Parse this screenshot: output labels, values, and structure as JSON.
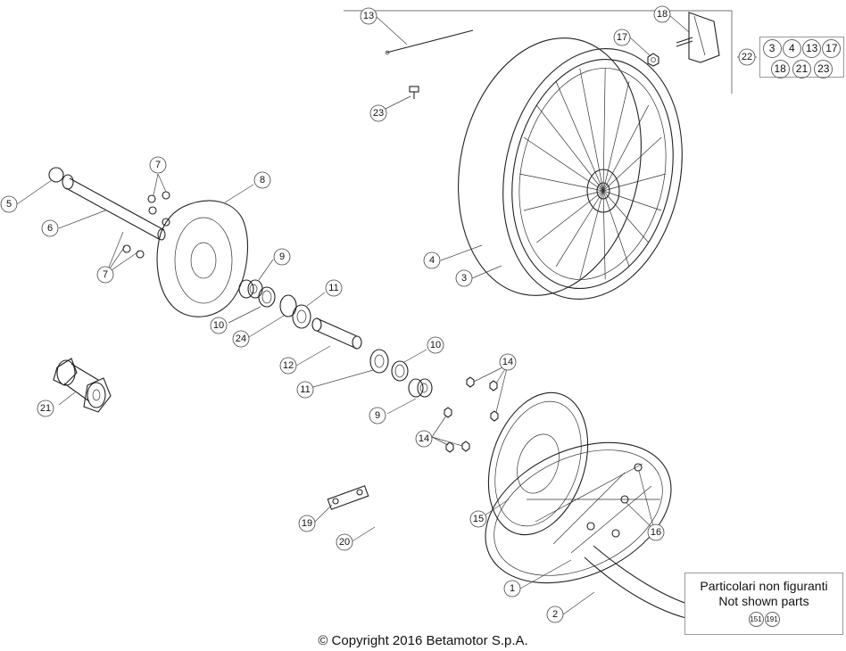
{
  "labels": {
    "l1": "1",
    "l2": "2",
    "l3": "3",
    "l4": "4",
    "l5": "5",
    "l6": "6",
    "l7a": "7",
    "l7b": "7",
    "l8": "8",
    "l9a": "9",
    "l9b": "9",
    "l10a": "10",
    "l10b": "10",
    "l11a": "11",
    "l11b": "11",
    "l12": "12",
    "l13": "13",
    "l14a": "14",
    "l14b": "14",
    "l15": "15",
    "l16": "16",
    "l17": "17",
    "l18": "18",
    "l19": "19",
    "l20": "20",
    "l21": "21",
    "l22": "22",
    "l23": "23",
    "l24": "24"
  },
  "kit": {
    "row1": [
      "3",
      "4",
      "13",
      "17"
    ],
    "row2": [
      "18",
      "21",
      "23"
    ]
  },
  "legend": {
    "line1": "Particolari non figuranti",
    "line2": "Not shown parts",
    "nums": [
      "151",
      "191"
    ]
  },
  "copyright": "© Copyright 2016 Betamotor S.p.A."
}
